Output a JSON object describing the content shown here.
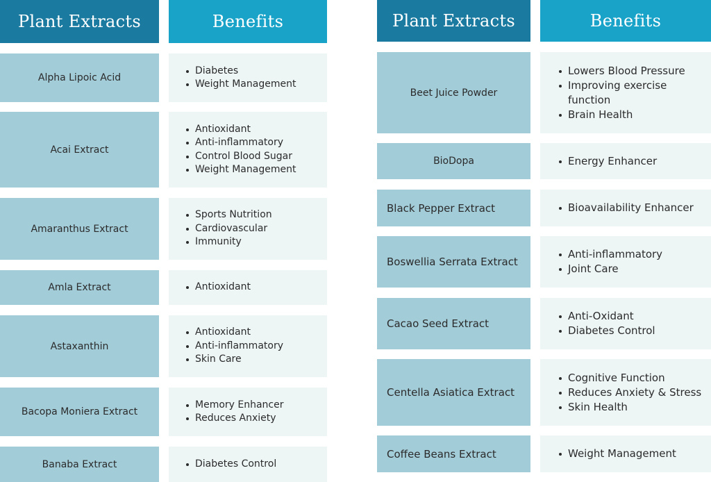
{
  "left": {
    "header_extract": "Plant Extracts",
    "header_benefits": "Benefits",
    "rows": [
      {
        "name": "Alpha Lipoic Acid",
        "benefits": [
          "Diabetes",
          "Weight Management"
        ]
      },
      {
        "name": "Acai Extract",
        "benefits": [
          "Antioxidant",
          "Anti-inflammatory",
          "Control Blood Sugar",
          "Weight Management"
        ]
      },
      {
        "name": "Amaranthus Extract",
        "benefits": [
          "Sports Nutrition",
          "Cardiovascular",
          "Immunity"
        ]
      },
      {
        "name": "Amla Extract",
        "benefits": [
          "Antioxidant"
        ]
      },
      {
        "name": "Astaxanthin",
        "benefits": [
          "Antioxidant",
          "Anti-inflammatory",
          "Skin Care"
        ]
      },
      {
        "name": "Bacopa Moniera Extract",
        "benefits": [
          "Memory Enhancer",
          "Reduces Anxiety"
        ]
      },
      {
        "name": "Banaba Extract",
        "benefits": [
          "Diabetes Control"
        ]
      }
    ]
  },
  "right": {
    "header_extract": "Plant Extracts",
    "header_benefits": "Benefits",
    "rows": [
      {
        "name": "Beet Juice Powder",
        "benefits": [
          "Lowers Blood Pressure",
          "Improving exercise function",
          "Brain Health"
        ]
      },
      {
        "name": "BioDopa",
        "benefits": [
          "Energy Enhancer"
        ]
      },
      {
        "name": "Black Pepper Extract",
        "benefits": [
          "Bioavailability Enhancer"
        ]
      },
      {
        "name": "Boswellia Serrata Extract",
        "benefits": [
          "Anti-inflammatory",
          "Joint Care"
        ]
      },
      {
        "name": "Cacao Seed Extract",
        "benefits": [
          "Anti-Oxidant",
          "Diabetes Control"
        ]
      },
      {
        "name": "Centella Asiatica Extract",
        "benefits": [
          "Cognitive Function",
          "Reduces Anxiety & Stress",
          "Skin Health"
        ]
      },
      {
        "name": "Coffee Beans Extract",
        "benefits": [
          "Weight Management"
        ]
      }
    ]
  }
}
